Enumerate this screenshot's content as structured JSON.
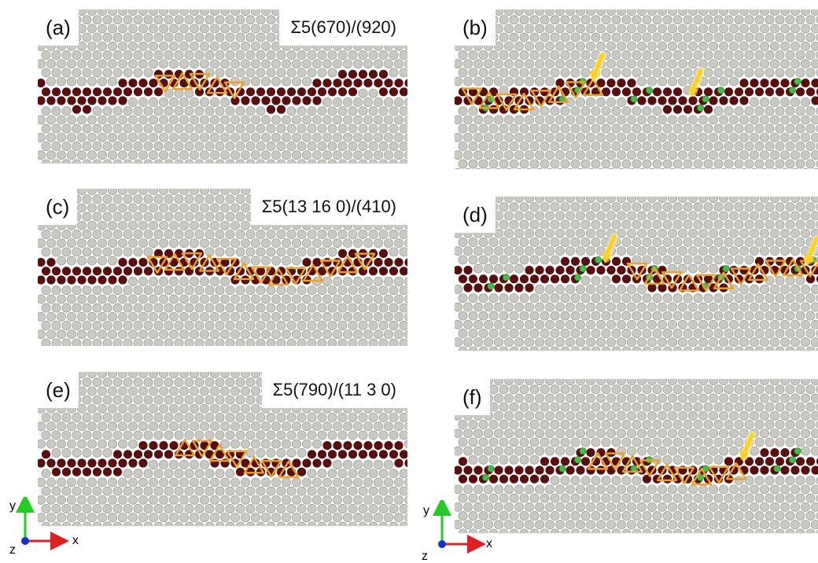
{
  "figure": {
    "panels": [
      {
        "id": "a",
        "label": "(a)",
        "title": "Σ5(670)/(920)",
        "show_solute": false
      },
      {
        "id": "b",
        "label": "(b)",
        "title": "",
        "show_solute": true
      },
      {
        "id": "c",
        "label": "(c)",
        "title": "Σ5(13 16 0)/(410)",
        "show_solute": false
      },
      {
        "id": "d",
        "label": "(d)",
        "title": "",
        "show_solute": true
      },
      {
        "id": "e",
        "label": "(e)",
        "title": "Σ5(790)/(11 3 0)",
        "show_solute": false
      },
      {
        "id": "f",
        "label": "(f)",
        "title": "",
        "show_solute": true
      }
    ],
    "axes": {
      "y": "y",
      "x": "x",
      "z": "z"
    },
    "colors": {
      "matrix_atom": "#c9c9c4",
      "boundary_atom": "#5a0f0f",
      "solute_atom": "#3fbf4a",
      "structural_unit": "#f0a020",
      "arrow": "#ffd21a",
      "axis_y": "#22cc22",
      "axis_x": "#e02020",
      "axis_z": "#1530d0"
    }
  }
}
